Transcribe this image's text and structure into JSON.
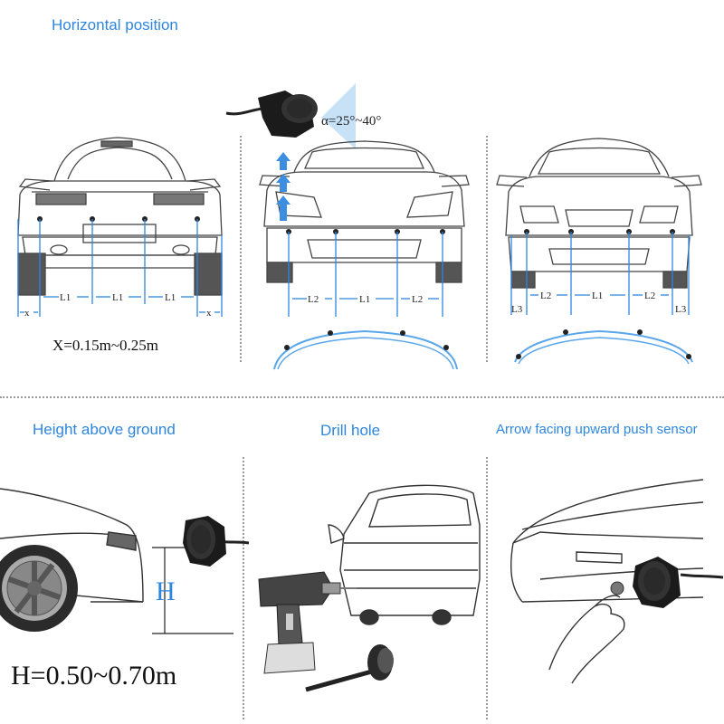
{
  "sections": {
    "horizontal_position": "Horizontal position",
    "height_above_ground": "Height above ground",
    "drill_hole": "Drill hole",
    "arrow_push": "Arrow facing upward  push sensor"
  },
  "rear_car": {
    "labels": [
      "x",
      "L1",
      "L1",
      "L1",
      "x"
    ],
    "formula": "X=0.15m~0.25m"
  },
  "front_car": {
    "labels": [
      "L2",
      "L1",
      "L2"
    ],
    "angle": "α=25°~40°"
  },
  "side_car": {
    "labels": [
      "L3",
      "L2",
      "L1",
      "L2",
      "L3"
    ]
  },
  "height": {
    "marker": "H",
    "formula": "H=0.50~0.70m"
  },
  "colors": {
    "accent": "#2e86de",
    "sensor": "#1b1b1b",
    "line": "#444444"
  }
}
